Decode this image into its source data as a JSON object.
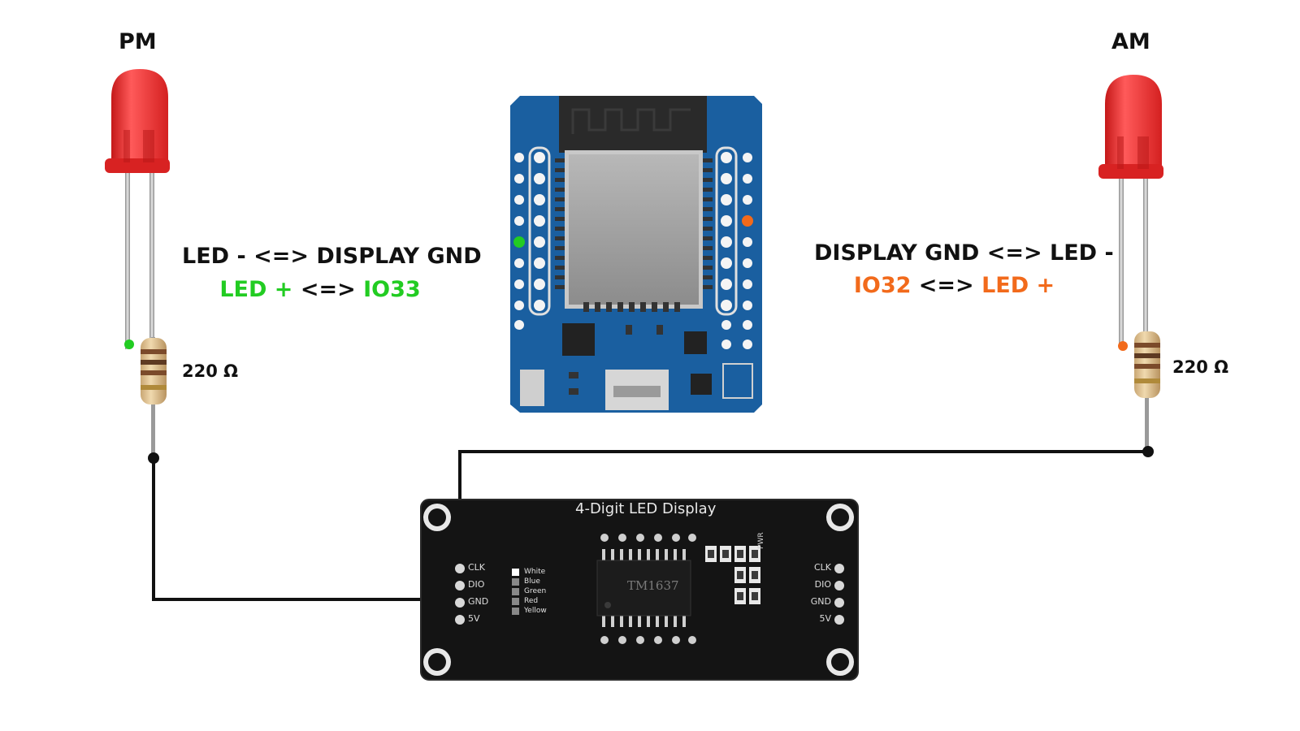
{
  "leds": {
    "left_title": "PM",
    "right_title": "AM",
    "color": "#e52a2a"
  },
  "resistors": {
    "left_value": "220 Ω",
    "right_value": "220 Ω"
  },
  "connections": {
    "left": {
      "line1": "LED - <=> DISPLAY GND",
      "line2_led": "LED +",
      "line2_arrow": " <=> ",
      "line2_pin": "IO33",
      "color": "#22cc22"
    },
    "right": {
      "line1": "DISPLAY GND <=> LED -",
      "line2_pin": "IO32",
      "line2_arrow": " <=> ",
      "line2_led": "LED +",
      "color": "#f26a1b"
    }
  },
  "display": {
    "title": "4-Digit LED Display",
    "pins_left": [
      "CLK",
      "DIO",
      "GND",
      "5V"
    ],
    "pins_right": [
      "CLK",
      "DIO",
      "GND",
      "5V"
    ],
    "legend": [
      "White",
      "Blue",
      "Green",
      "Red",
      "Yellow"
    ],
    "chip": "TM1637",
    "pwr": "PWR"
  }
}
